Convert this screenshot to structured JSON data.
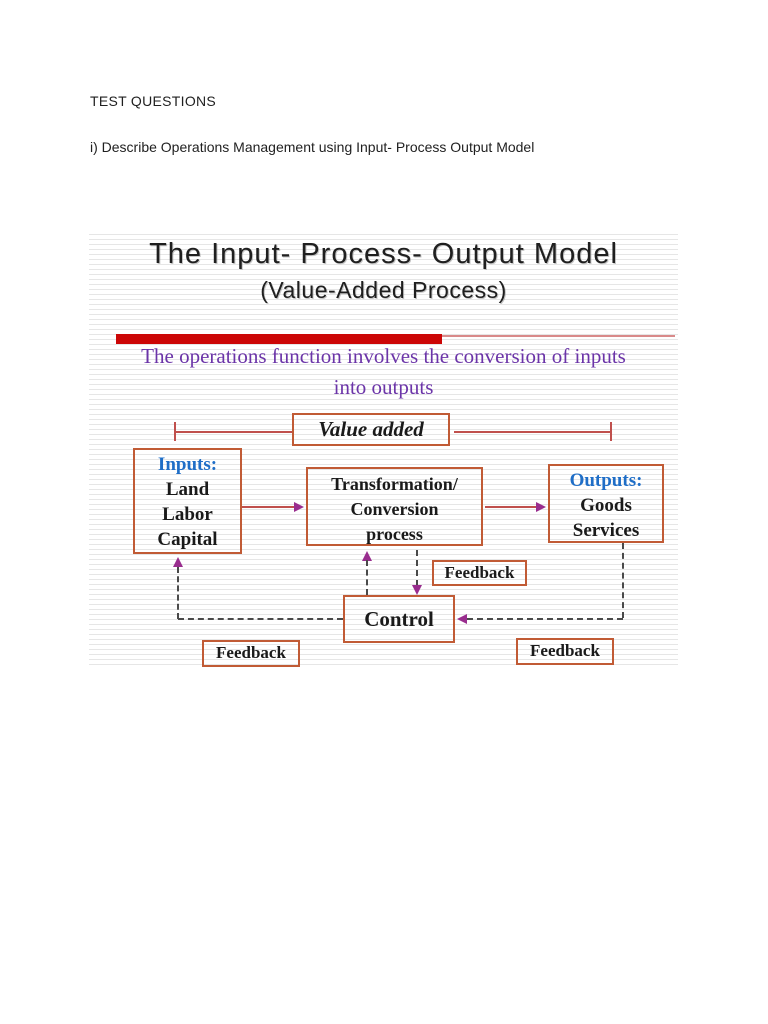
{
  "page": {
    "heading": "TEST QUESTIONS",
    "question": "i) Describe Operations Management using Input- Process Output Model"
  },
  "slide": {
    "title": "The Input- Process- Output Model",
    "subtitle": "(Value-Added Process)",
    "statement_lines": [
      "The operations function involves the conversion of inputs",
      "into outputs"
    ],
    "value_added_label": "Value added",
    "inputs_box": {
      "title": "Inputs:",
      "lines": [
        "Land",
        "Labor",
        "Capital"
      ]
    },
    "process_box": {
      "lines": [
        "Transformation/",
        "Conversion",
        "process"
      ]
    },
    "outputs_box": {
      "title": "Outputs:",
      "lines": [
        "Goods",
        "Services"
      ]
    },
    "control_label": "Control",
    "feedback_middle": "Feedback",
    "feedback_bottom_left": "Feedback",
    "feedback_bottom_right": "Feedback",
    "colors": {
      "red_bar": "#cc0606",
      "statement_purple": "#6b34a8",
      "label_blue": "#1f6ec7",
      "box_border": "#c15b35",
      "connector_red": "#c0504d",
      "arrow_magenta": "#992d8e",
      "dashed_gray": "#4a4a4a"
    }
  }
}
